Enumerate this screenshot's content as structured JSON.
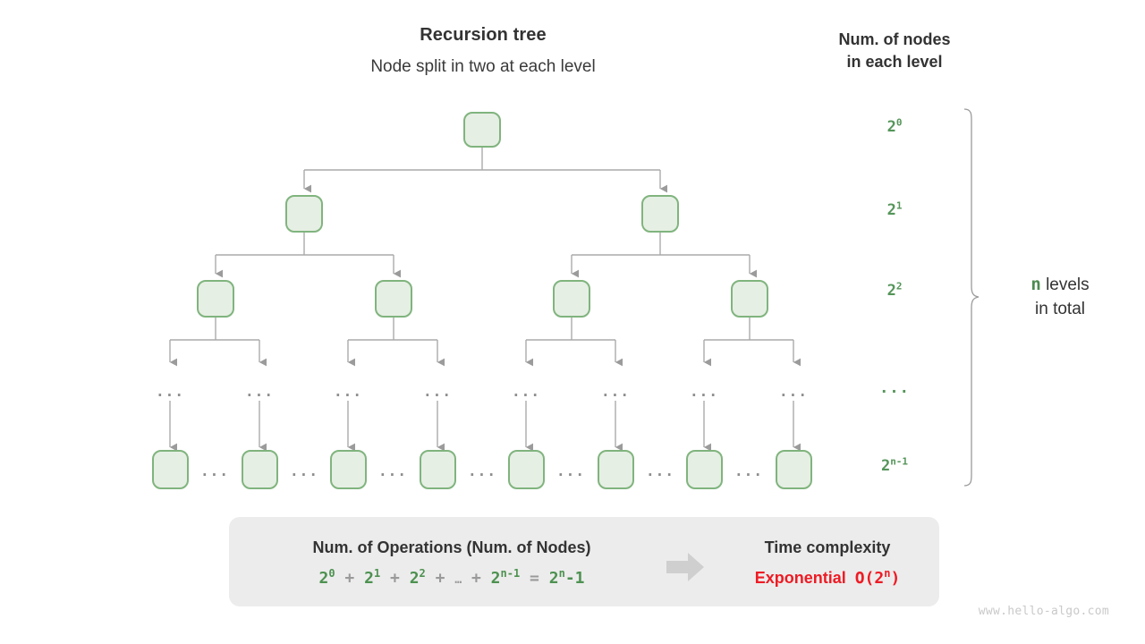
{
  "titles": {
    "main": "Recursion tree",
    "sub": "Node split in two at each level",
    "right_line1": "Num. of nodes",
    "right_line2": "in each level"
  },
  "levels": [
    {
      "base": "2",
      "exp": "0"
    },
    {
      "base": "2",
      "exp": "1"
    },
    {
      "base": "2",
      "exp": "2"
    },
    {
      "dots": "..."
    },
    {
      "base": "2",
      "exp": "n-1"
    }
  ],
  "brace": {
    "variable": "n",
    "line1": " levels",
    "line2": "in total"
  },
  "tree": {
    "ellipsis": "...",
    "node_fill": "#e6efe4",
    "node_stroke": "#80b47e",
    "edge_color": "#aaaaaa",
    "arrow_color": "#9b9b9b"
  },
  "panel": {
    "left_title": "Num. of Operations (Num. of Nodes)",
    "formula": {
      "t1_base": "2",
      "t1_exp": "0",
      "op1": "+",
      "t2_base": "2",
      "t2_exp": "1",
      "op2": "+",
      "t3_base": "2",
      "t3_exp": "2",
      "op3": "+",
      "ellipsis": "…",
      "op4": "+",
      "t4_base": "2",
      "t4_exp": "n-1",
      "eq": "=",
      "t5_base": "2",
      "t5_exp": "n",
      "t5_tail": "-1"
    },
    "right_title": "Time complexity",
    "complexity_word": "Exponential",
    "complexity_big_o": "O(2",
    "complexity_big_o_exp": "n",
    "complexity_big_o_close": ")",
    "arrow_color": "#cfcfcf",
    "background": "#ececec"
  },
  "watermark": "www.hello-algo.com",
  "colors": {
    "green_text": "#55955a",
    "green_formula": "#4d9150",
    "red": "#ee1b24",
    "gray_text": "#333333",
    "gray_op": "#9a9a9a"
  }
}
